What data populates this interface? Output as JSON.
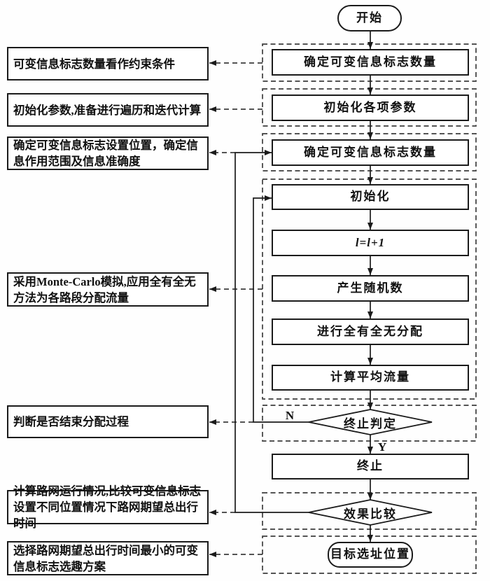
{
  "flow": {
    "start": "开始",
    "determine_vms_count": "确定可变信息标志数量",
    "init_params": "初始化各项参数",
    "determine_vms_count2": "确定可变信息标志数量",
    "initialize": "初始化",
    "increment": "l=l+1",
    "gen_random": "产生随机数",
    "all_or_nothing": "进行全有全无分配",
    "avg_flow": "计算平均流量",
    "terminate_check": "终止判定",
    "terminate": "终止",
    "effect_compare": "效果比较",
    "target_location": "目标选址位置",
    "n_label": "N",
    "y_label": "Y"
  },
  "annotations": [
    {
      "text": "可变信息标志数量看作约束条件"
    },
    {
      "text": "初始化参数,准备进行遍历和迭代计算"
    },
    {
      "text": "确定可变信息标志设置位置，确定信息作用范围及信息准确度"
    },
    {
      "text": "采用Monte-Carlo模拟,应用全有全无方法为各路段分配流量"
    },
    {
      "text": "判断是否结束分配过程"
    },
    {
      "text": "计算路网运行情况,比较可变信息标志设置不同位置情况下路网期望总出行时间"
    },
    {
      "text": "选择路网期望总出行时间最小的可变信息标志选趣方案"
    }
  ],
  "colors": {
    "line": "#1b1b1b",
    "dashed_group": "#3d3d3d"
  }
}
